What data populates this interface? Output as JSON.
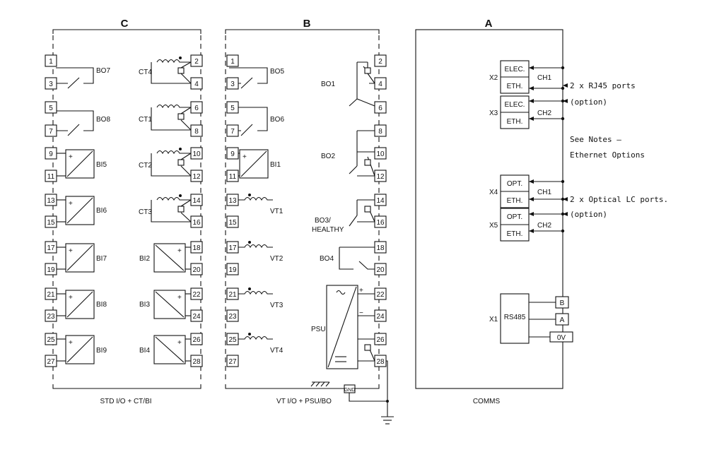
{
  "sections": {
    "c": {
      "header": "C",
      "caption": "STD I/O + CT/BI"
    },
    "b": {
      "header": "B",
      "caption": "VT I/O + PSU/BO"
    },
    "a": {
      "header": "A",
      "caption": "COMMS"
    }
  },
  "terminals": {
    "left": [
      "1",
      "3",
      "5",
      "7",
      "9",
      "11",
      "13",
      "15",
      "17",
      "19",
      "21",
      "23",
      "25",
      "27"
    ],
    "right": [
      "2",
      "4",
      "6",
      "8",
      "10",
      "12",
      "14",
      "16",
      "18",
      "20",
      "22",
      "24",
      "26",
      "28"
    ]
  },
  "section_c": {
    "binary_outputs": [
      "BO7",
      "BO8"
    ],
    "binary_inputs_left": [
      "BI5",
      "BI6",
      "BI7",
      "BI8",
      "BI9"
    ],
    "cts": [
      "CT4",
      "CT1",
      "CT2",
      "CT3"
    ],
    "binary_inputs_right": [
      "BI2",
      "BI3",
      "BI4"
    ]
  },
  "section_b": {
    "binary_outputs_left": [
      "BO5",
      "BO6"
    ],
    "binary_input": "BI1",
    "vts": [
      "VT1",
      "VT2",
      "VT3",
      "VT4"
    ],
    "binary_outputs_right": [
      "BO1",
      "BO2",
      "BO4"
    ],
    "bo3_label_1": "BO3/",
    "bo3_label_2": "HEALTHY",
    "psu": "PSU",
    "gnd": "GND"
  },
  "section_a": {
    "ports": [
      {
        "id": "X2",
        "line1": "ELEC.",
        "line2": "ETH.",
        "channel": "CH1"
      },
      {
        "id": "X3",
        "line1": "ELEC.",
        "line2": "ETH.",
        "channel": "CH2"
      },
      {
        "id": "X4",
        "line1": "OPT.",
        "line2": "ETH.",
        "channel": "CH1"
      },
      {
        "id": "X5",
        "line1": "OPT.",
        "line2": "ETH.",
        "channel": "CH2"
      }
    ],
    "rs485": {
      "id": "X1",
      "label": "RS485",
      "terminals": [
        "B",
        "A",
        "0V"
      ]
    },
    "notes": {
      "rj45": "2 x RJ45 ports",
      "rj45_option": "(option)",
      "see_notes_1": "See Notes —",
      "see_notes_2": "Ethernet Options",
      "optical": "2 x Optical LC ports.",
      "optical_option": "(option)"
    }
  }
}
